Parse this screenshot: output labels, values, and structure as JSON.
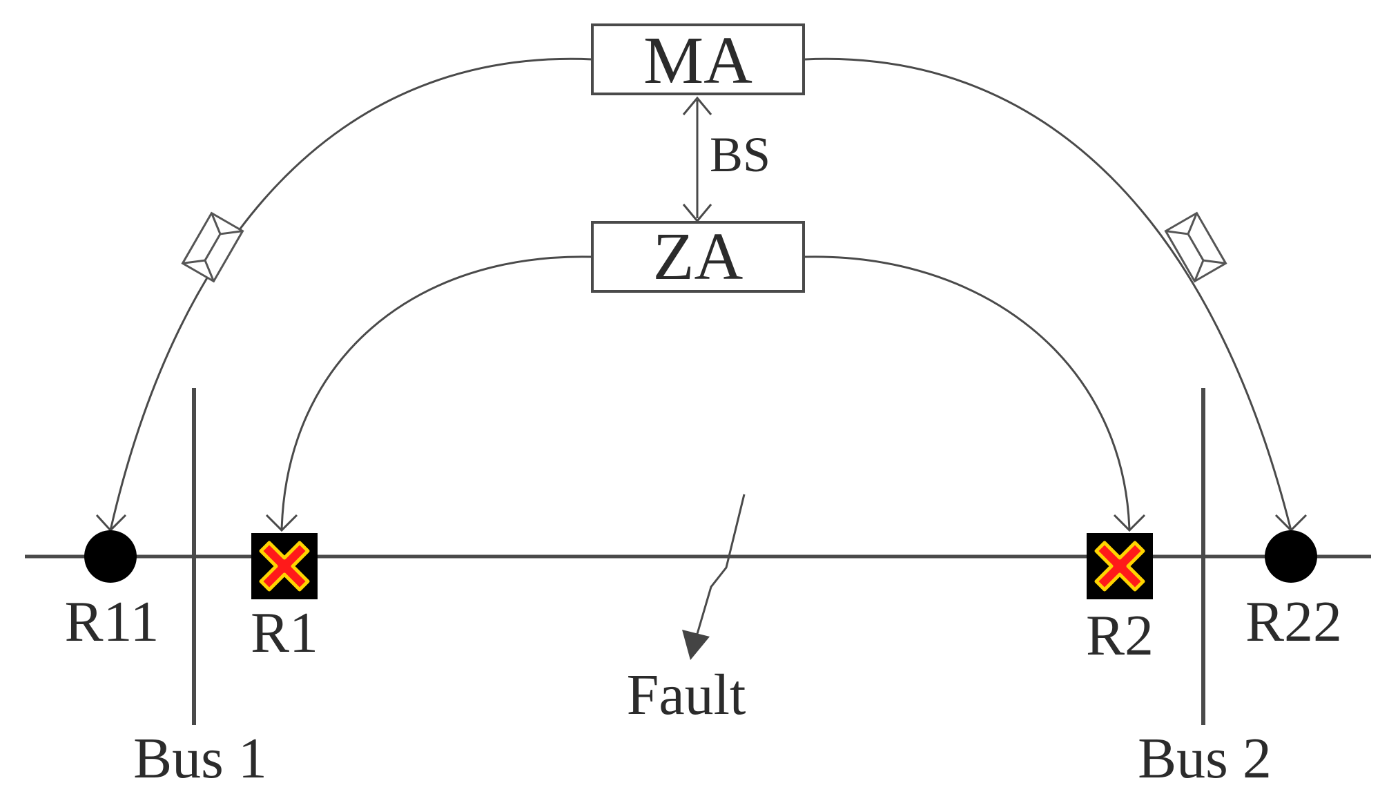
{
  "diagram": {
    "boxes": {
      "ma": "MA",
      "za": "ZA"
    },
    "link_label": "BS",
    "relays": {
      "r11": "R11",
      "r1": "R1",
      "r2": "R2",
      "r22": "R22"
    },
    "buses": {
      "bus1": "Bus 1",
      "bus2": "Bus 2"
    },
    "fault_label": "Fault",
    "tripped_marker_colors": {
      "background": "#000000",
      "cross_fill": "#ff1a1a",
      "cross_outline": "#ffd400"
    },
    "relay_dot_color": "#000000",
    "icons": {
      "message_icon": "envelope-icon",
      "trip_icon": "red-x-icon"
    }
  }
}
